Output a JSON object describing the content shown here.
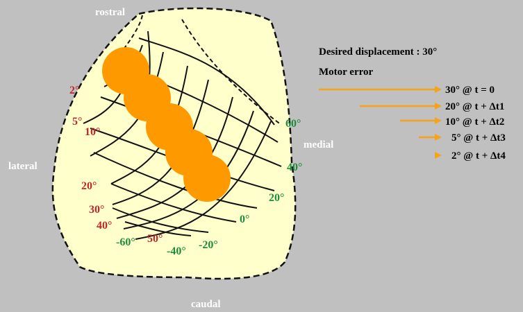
{
  "orientation": {
    "top": "rostral",
    "bottom": "caudal",
    "left": "lateral",
    "right": "medial"
  },
  "amplitude_labels": [
    "2°",
    "5°",
    "10°",
    "20°",
    "30°",
    "40°",
    "50°"
  ],
  "direction_labels": [
    "60°",
    "40°",
    "20°",
    "0°",
    "-20°",
    "-40°",
    "-60°"
  ],
  "legend": {
    "title": "Desired displacement : 30°",
    "subtitle": "Motor error",
    "rows": [
      {
        "label": "30° @ t = 0"
      },
      {
        "label": "20° @ t + Δt1"
      },
      {
        "label": "10° @ t + Δt2"
      },
      {
        "label": "5° @ t + Δt3"
      },
      {
        "label": "2° @ t + Δt4"
      }
    ]
  },
  "colors": {
    "background": "#c0c0c0",
    "colliculus_fill": "#ffffcc",
    "activity": "#ff9900",
    "amplitude_text": "#c0272d",
    "direction_text": "#1e8c3c",
    "arrow": "#f7a21b"
  }
}
